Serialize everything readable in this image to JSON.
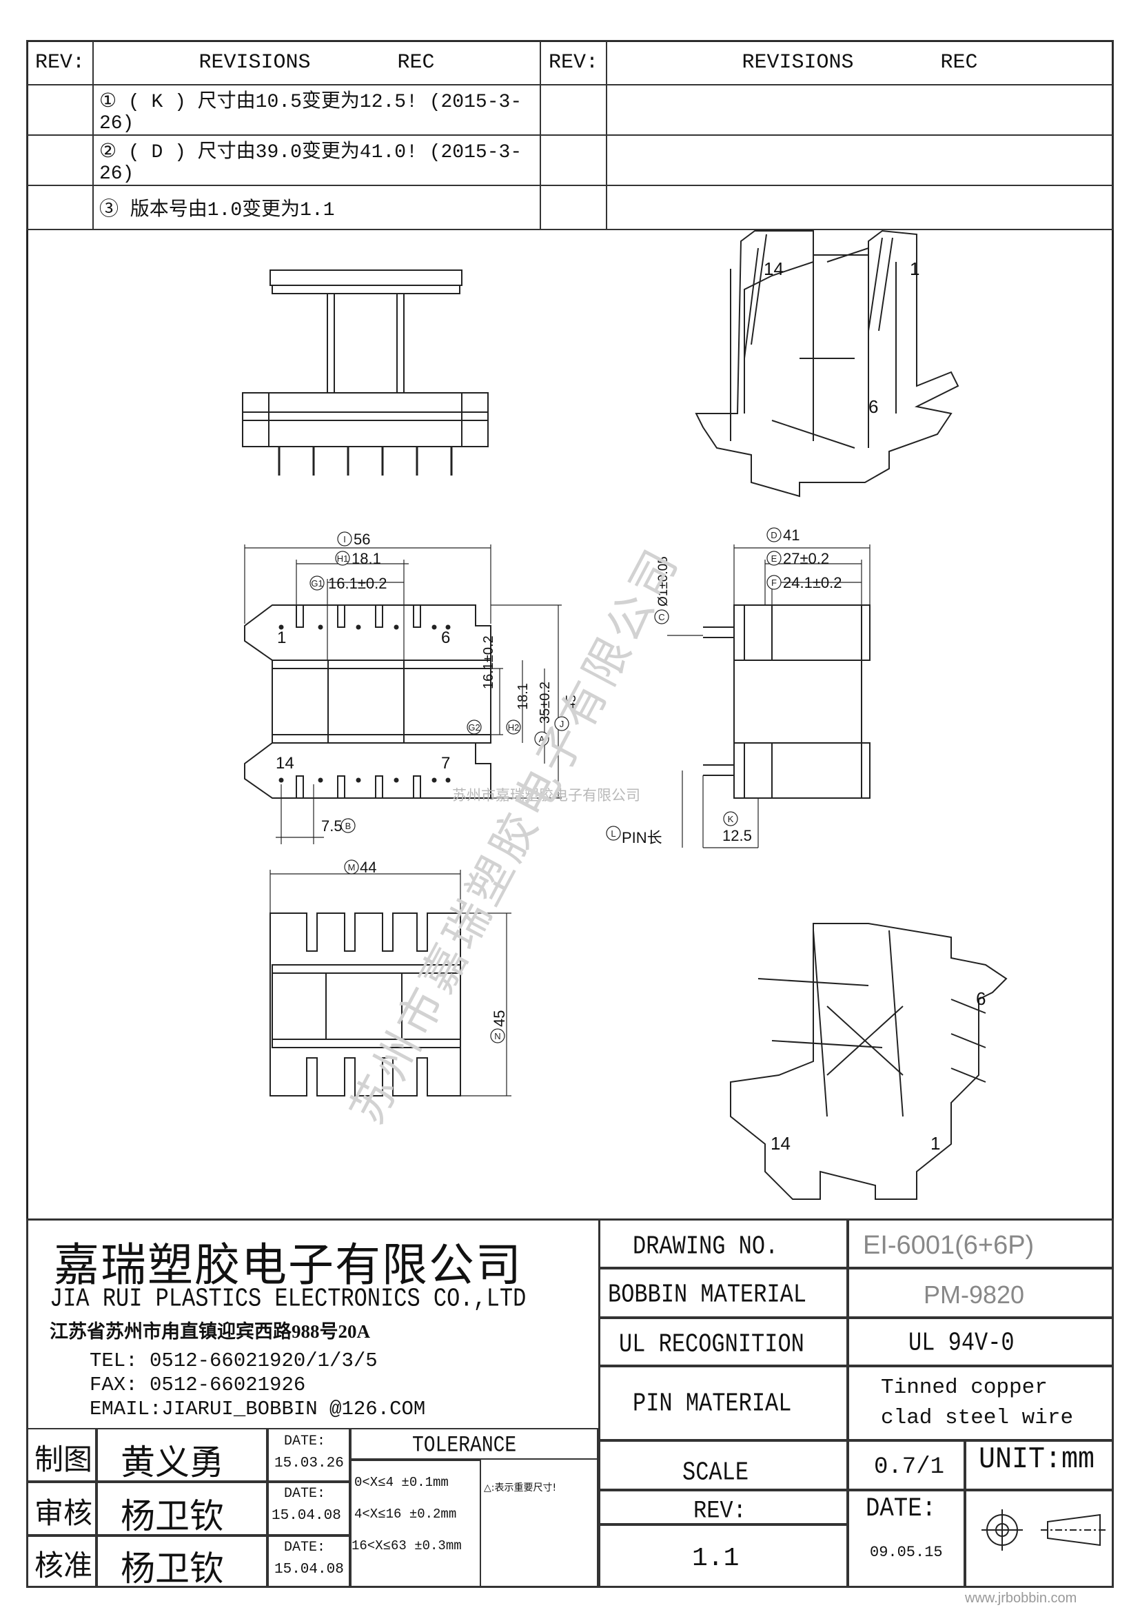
{
  "rev_table": {
    "header": {
      "rev": "REV:",
      "revisions": "REVISIONS",
      "rec": "REC"
    },
    "rows": [
      {
        "rev": "",
        "text": "① ( K ) 尺寸由10.5变更为12.5! (2015-3-26)"
      },
      {
        "rev": "",
        "text": "② ( D ) 尺寸由39.0变更为41.0! (2015-3-26)"
      },
      {
        "rev": "",
        "text": "③ 版本号由1.0变更为1.1"
      }
    ]
  },
  "drawing": {
    "front_view": {
      "pin_labels": {
        "tl": "1",
        "tr": "6",
        "bl": "14",
        "br": "7"
      },
      "dims": {
        "I": "56",
        "H1": "18.1",
        "G1": "16.1±0.2",
        "G2": "16.1±0.2",
        "H2": "18.1",
        "A": "35±0.2",
        "J": "45",
        "B": "7.5"
      }
    },
    "side_view": {
      "dims": {
        "D": "41",
        "E": "27±0.2",
        "F": "24.1±0.2",
        "C": "Ø1±0.05",
        "K": "12.5",
        "L": "PIN长"
      }
    },
    "bottom_view": {
      "dims": {
        "M": "44",
        "N": "45"
      }
    },
    "iso_top": {
      "labels": [
        "14",
        "1",
        "6"
      ]
    },
    "iso_bottom": {
      "labels": [
        "6",
        "14",
        "1"
      ]
    },
    "watermark": "苏州市嘉瑞塑胶电子有限公司",
    "center_watermark": "苏州市嘉瑞塑胶电子有限公司"
  },
  "title_block": {
    "company_cn": "嘉瑞塑胶电子有限公司",
    "company_en": "JIA RUI PLASTICS ELECTRONICS CO.,LTD",
    "address": "江苏省苏州市甪直镇迎宾西路988号20A",
    "tel": "TEL:  0512-66021920/1/3/5",
    "fax": "FAX:  0512-66021926",
    "email": "EMAIL:JIARUI_BOBBIN @126.COM",
    "drawing_no_label": "DRAWING   NO.",
    "drawing_no": "EI-6001(6+6P)",
    "bobbin_material_label": "BOBBIN   MATERIAL",
    "bobbin_material": "PM-9820",
    "ul_label": "UL RECOGNITION",
    "ul_value": "UL 94V-0",
    "pin_material_label": "PIN MATERIAL",
    "pin_material_1": "Tinned copper",
    "pin_material_2": "clad steel wire",
    "people": [
      {
        "role": "制图",
        "name": "黄义勇",
        "date_label": "DATE:",
        "date": "15.03.26"
      },
      {
        "role": "审核",
        "name": "杨卫钦",
        "date_label": "DATE:",
        "date": "15.04.08"
      },
      {
        "role": "核准",
        "name": "杨卫钦",
        "date_label": "DATE:",
        "date": "15.04.08"
      }
    ],
    "tolerance_label": "TOLERANCE",
    "tolerance_rows": [
      "0<X≤4  ±0.1mm",
      "4<X≤16 ±0.2mm",
      "16<X≤63 ±0.3mm"
    ],
    "important_note": "△:表示重要尺寸!",
    "scale_label": "SCALE",
    "scale_value": "0.7/1",
    "unit": "UNIT:mm",
    "rev_label": "REV:",
    "rev_value": "1.1",
    "date_label": "DATE:",
    "date_value": "09.05.15"
  },
  "footer_url": "www.jrbobbin.com"
}
